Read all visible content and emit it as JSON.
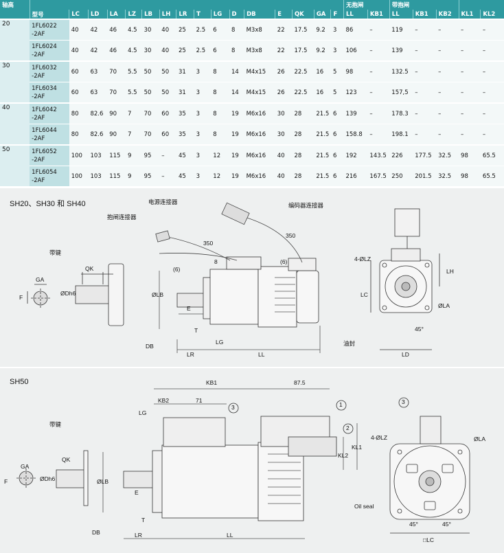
{
  "table": {
    "group_headers": {
      "shaft": "轴高",
      "no_brake": "无抱闸",
      "brake": "带抱闸"
    },
    "columns": [
      "型号",
      "LC",
      "LD",
      "LA",
      "LZ",
      "LB",
      "LH",
      "LR",
      "T",
      "LG",
      "D",
      "DB",
      "E",
      "QK",
      "GA",
      "F",
      "LL",
      "KB1",
      "LL",
      "KB1",
      "KB2",
      "KL1",
      "KL2"
    ],
    "groups": [
      {
        "shaft": "20",
        "rows": [
          {
            "model": "1FL6022 -2AF",
            "cells": [
              "40",
              "42",
              "46",
              "4.5",
              "30",
              "40",
              "25",
              "2.5",
              "6",
              "8",
              "M3x8",
              "22",
              "17.5",
              "9.2",
              "3",
              "86",
              "–",
              "119",
              "–",
              "–",
              "–",
              "–"
            ]
          },
          {
            "model": "1FL6024 -2AF",
            "cells": [
              "40",
              "42",
              "46",
              "4.5",
              "30",
              "40",
              "25",
              "2.5",
              "6",
              "8",
              "M3x8",
              "22",
              "17.5",
              "9.2",
              "3",
              "106",
              "–",
              "139",
              "–",
              "–",
              "–",
              "–"
            ]
          }
        ]
      },
      {
        "shaft": "30",
        "rows": [
          {
            "model": "1FL6032 -2AF",
            "cells": [
              "60",
              "63",
              "70",
              "5.5",
              "50",
              "50",
              "31",
              "3",
              "8",
              "14",
              "M4x15",
              "26",
              "22.5",
              "16",
              "5",
              "98",
              "–",
              "132.5",
              "–",
              "–",
              "–",
              "–"
            ]
          },
          {
            "model": "1FL6034 -2AF",
            "cells": [
              "60",
              "63",
              "70",
              "5.5",
              "50",
              "50",
              "31",
              "3",
              "8",
              "14",
              "M4x15",
              "26",
              "22.5",
              "16",
              "5",
              "123",
              "–",
              "157,5",
              "–",
              "–",
              "–",
              "–"
            ]
          }
        ]
      },
      {
        "shaft": "40",
        "rows": [
          {
            "model": "1FL6042 -2AF",
            "cells": [
              "80",
              "82.6",
              "90",
              "7",
              "70",
              "60",
              "35",
              "3",
              "8",
              "19",
              "M6x16",
              "30",
              "28",
              "21.5",
              "6",
              "139",
              "–",
              "178.3",
              "–",
              "–",
              "–",
              "–"
            ]
          },
          {
            "model": "1FL6044 -2AF",
            "cells": [
              "80",
              "82.6",
              "90",
              "7",
              "70",
              "60",
              "35",
              "3",
              "8",
              "19",
              "M6x16",
              "30",
              "28",
              "21.5",
              "6",
              "158.8",
              "–",
              "198.1",
              "–",
              "–",
              "–",
              "–"
            ]
          }
        ]
      },
      {
        "shaft": "50",
        "rows": [
          {
            "model": "1FL6052 -2AF",
            "cells": [
              "100",
              "103",
              "115",
              "9",
              "95",
              "–",
              "45",
              "3",
              "12",
              "19",
              "M6x16",
              "40",
              "28",
              "21.5",
              "6",
              "192",
              "143.5",
              "226",
              "177.5",
              "32.5",
              "98",
              "65.5"
            ]
          },
          {
            "model": "1FL6054 -2AF",
            "cells": [
              "100",
              "103",
              "115",
              "9",
              "95",
              "–",
              "45",
              "3",
              "12",
              "19",
              "M6x16",
              "40",
              "28",
              "21.5",
              "6",
              "216",
              "167.5",
              "250",
              "201.5",
              "32.5",
              "98",
              "65.5"
            ]
          }
        ]
      }
    ]
  },
  "panel1": {
    "title": "SH20、SH30 和 SH40",
    "labels": {
      "power_connector": "电源连接器",
      "encoder_connector": "编码器连接器",
      "brake_connector": "抱闸连接器",
      "keyed": "带键",
      "dim_350a": "350",
      "dim_350b": "350",
      "dim_6a": "(6)",
      "dim_6b": "(6)",
      "dim_8": "8",
      "qk": "QK",
      "ga": "GA",
      "f": "F",
      "dh6": "ØDh6",
      "lb": "ØLB",
      "e": "E",
      "t": "T",
      "lg": "LG",
      "db": "DB",
      "lr": "LR",
      "ll": "LL",
      "lz": "4-ØLZ",
      "lh": "LH",
      "lc": "LC",
      "la": "ØLA",
      "deg45": "45°",
      "oil_seal": "油封",
      "ld": "LD"
    }
  },
  "panel2": {
    "title": "SH50",
    "labels": {
      "keyed": "带键",
      "kb1": "KB1",
      "dim_875": "87.5",
      "kb2": "KB2",
      "dim_71": "71",
      "lg": "LG",
      "c1": "1",
      "c2": "2",
      "c3a": "3",
      "c3b": "3",
      "kl1": "KL1",
      "kl2": "KL2",
      "qk": "QK",
      "ga": "GA",
      "f": "F",
      "dh6": "ØDh6",
      "lb": "ØLB",
      "e": "E",
      "t": "T",
      "db": "DB",
      "lr": "LR",
      "ll": "LL",
      "lz": "4-ØLZ",
      "la": "ØLA",
      "oil_seal": "Oil seal",
      "deg45a": "45°",
      "deg45b": "45°",
      "lc": "□LC"
    }
  }
}
